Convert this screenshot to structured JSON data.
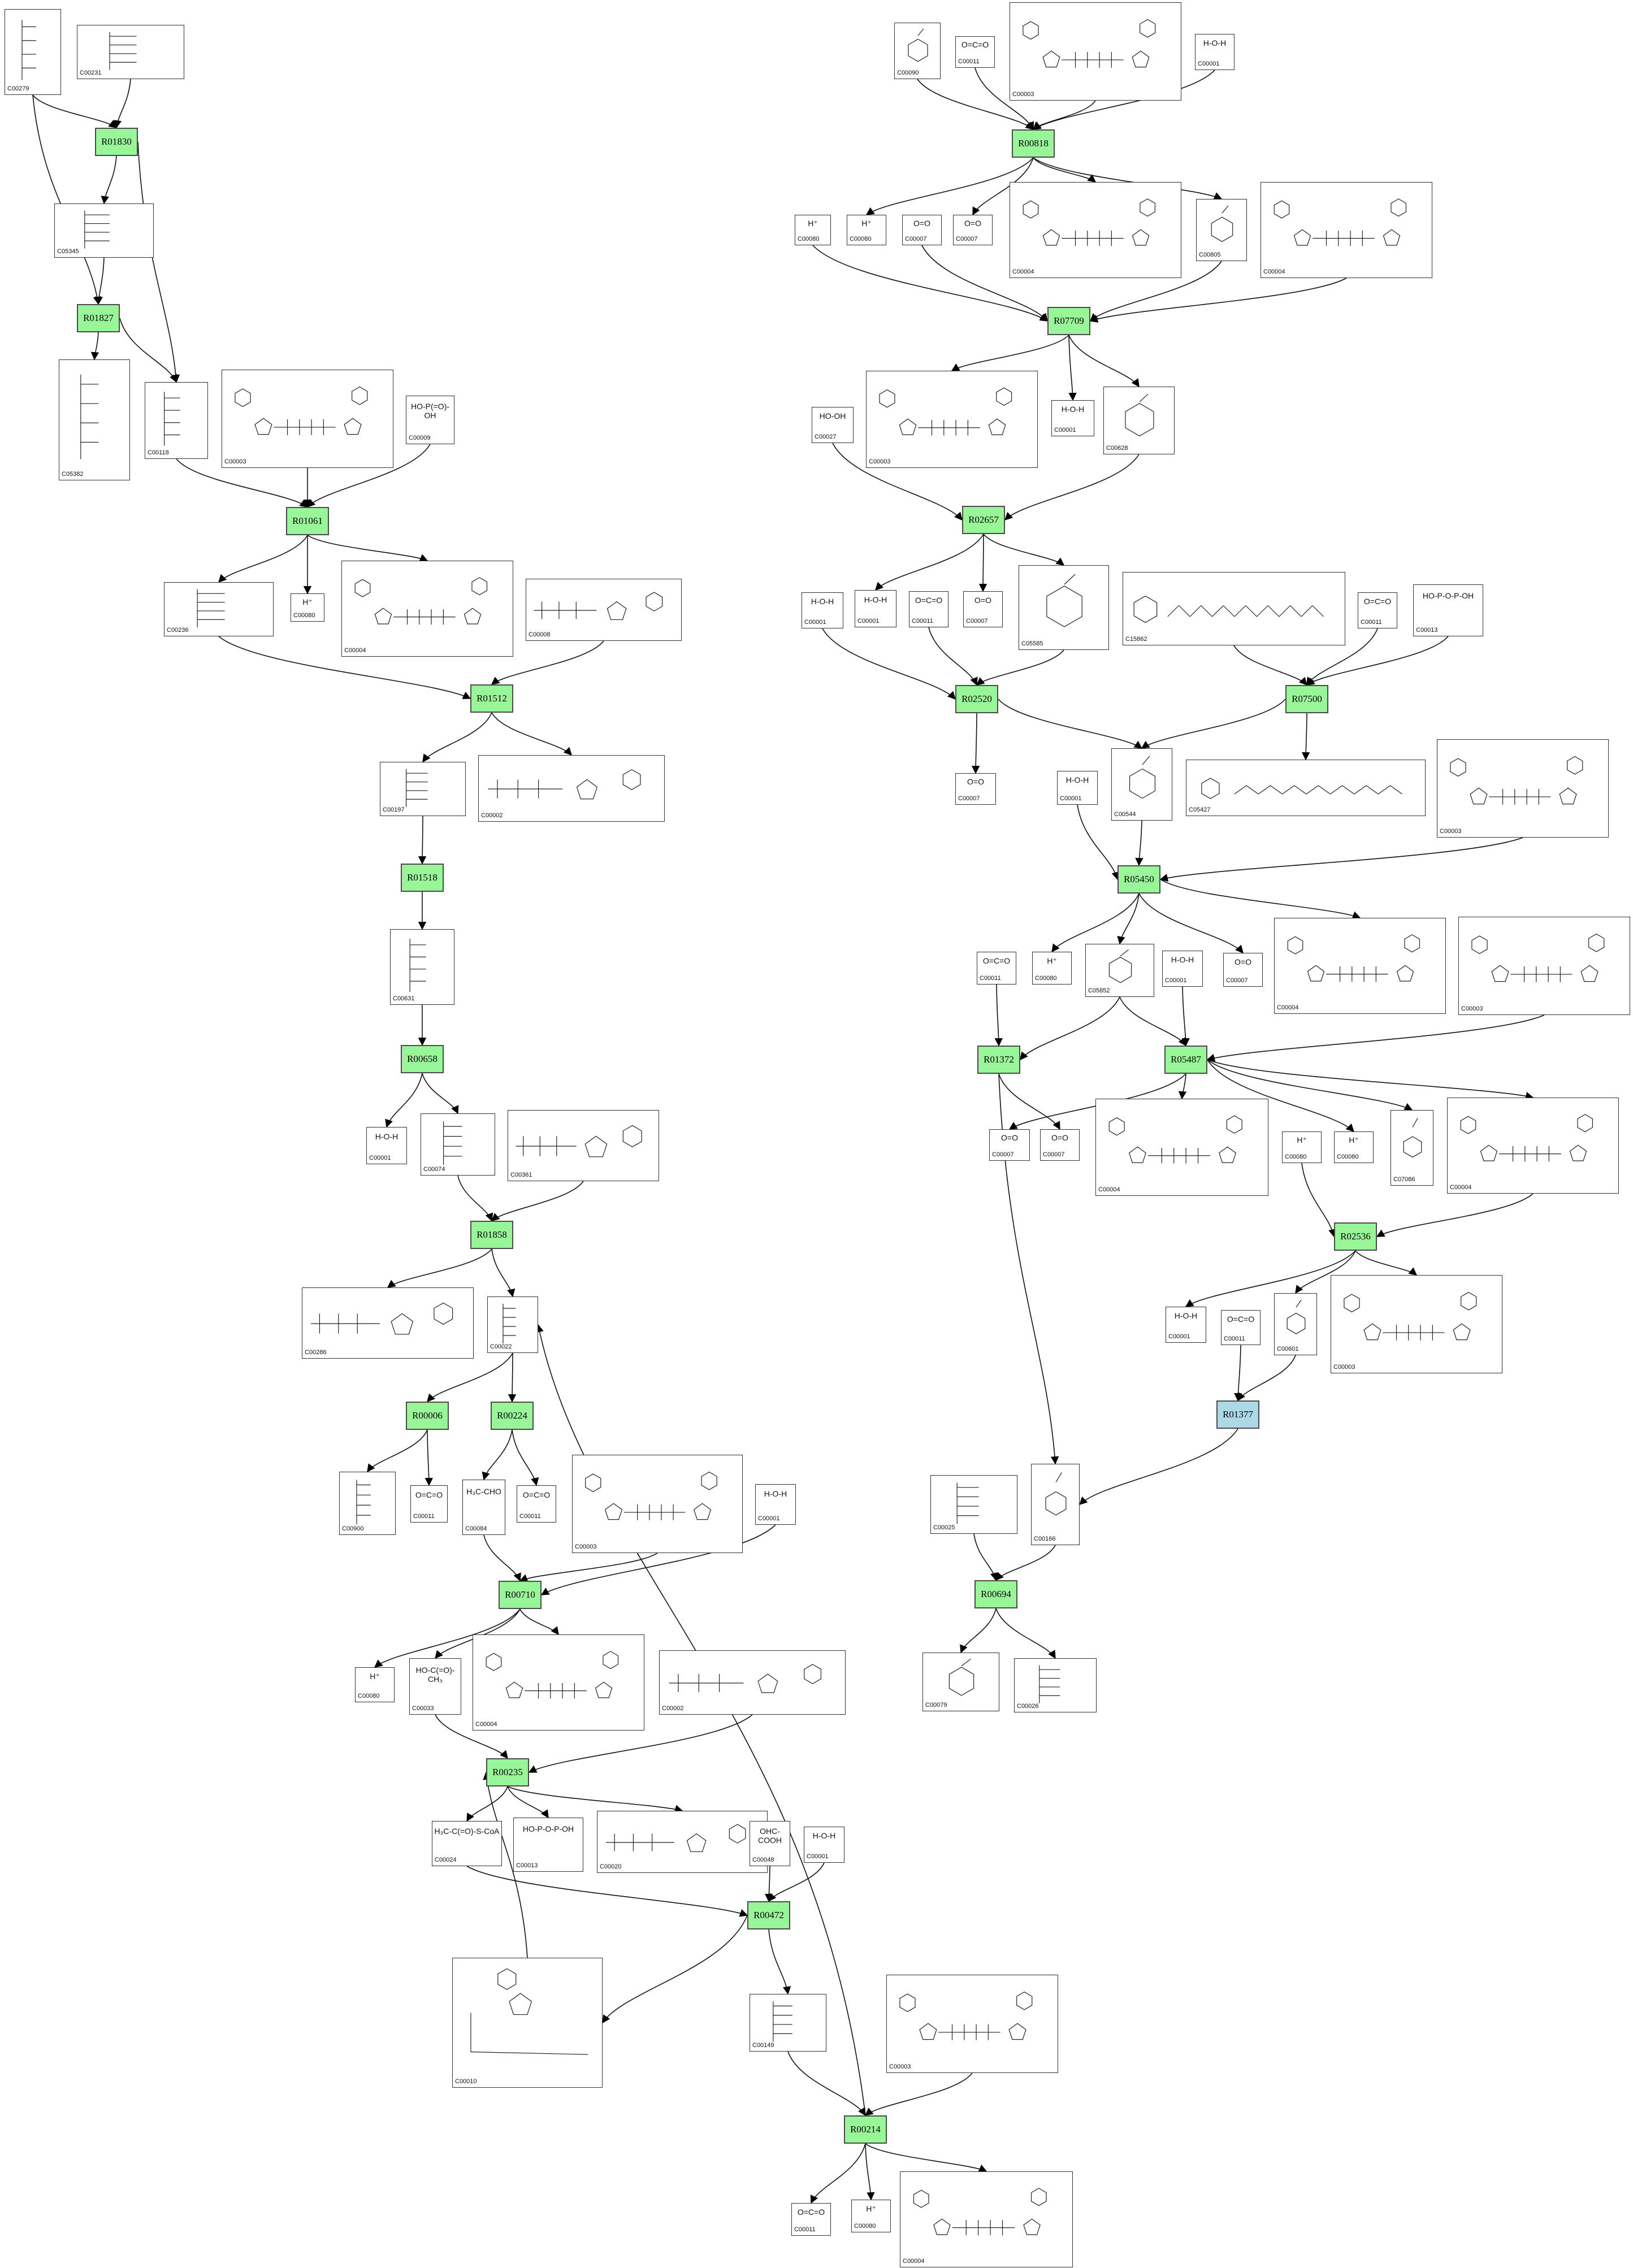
{
  "reactions": [
    {
      "id": "r01830",
      "label": "R01830"
    },
    {
      "id": "r01827",
      "label": "R01827"
    },
    {
      "id": "r01061",
      "label": "R01061"
    },
    {
      "id": "r01512",
      "label": "R01512"
    },
    {
      "id": "r01518",
      "label": "R01518"
    },
    {
      "id": "r00658",
      "label": "R00658"
    },
    {
      "id": "r01858",
      "label": "R01858"
    },
    {
      "id": "r00006",
      "label": "R00006"
    },
    {
      "id": "r00224",
      "label": "R00224"
    },
    {
      "id": "r00710",
      "label": "R00710"
    },
    {
      "id": "r00235",
      "label": "R00235"
    },
    {
      "id": "r00472",
      "label": "R00472"
    },
    {
      "id": "r00214",
      "label": "R00214"
    },
    {
      "id": "r00818",
      "label": "R00818"
    },
    {
      "id": "r07709",
      "label": "R07709"
    },
    {
      "id": "r02657",
      "label": "R02657"
    },
    {
      "id": "r02520",
      "label": "R02520"
    },
    {
      "id": "r07500",
      "label": "R07500"
    },
    {
      "id": "r05450",
      "label": "R05450"
    },
    {
      "id": "r01372",
      "label": "R01372"
    },
    {
      "id": "r05487",
      "label": "R05487"
    },
    {
      "id": "r02536",
      "label": "R02536"
    },
    {
      "id": "r01377",
      "label": "R01377"
    },
    {
      "id": "r00694",
      "label": "R00694"
    }
  ],
  "compounds": [
    {
      "id": "a1",
      "label": "C00279",
      "kind": "sugar"
    },
    {
      "id": "a2",
      "label": "C00231",
      "kind": "sugar"
    },
    {
      "id": "a3",
      "label": "C05345",
      "kind": "sugar"
    },
    {
      "id": "a4",
      "label": "C05382",
      "kind": "sugar"
    },
    {
      "id": "a5",
      "label": "C00118",
      "kind": "sugar"
    },
    {
      "id": "a6",
      "label": "C00003",
      "kind": "nad"
    },
    {
      "id": "a7",
      "label": "C00009",
      "kind": "small",
      "text": "HO-P(=O)-OH"
    },
    {
      "id": "a8",
      "label": "C00236",
      "kind": "sugar"
    },
    {
      "id": "a9",
      "label": "C00080",
      "kind": "small",
      "text": "H⁺"
    },
    {
      "id": "a10",
      "label": "C00004",
      "kind": "nad"
    },
    {
      "id": "a11",
      "label": "C00008",
      "kind": "nuc"
    },
    {
      "id": "a12",
      "label": "C00197",
      "kind": "sugar"
    },
    {
      "id": "a13",
      "label": "C00002",
      "kind": "nuc"
    },
    {
      "id": "a14",
      "label": "C00631",
      "kind": "sugar"
    },
    {
      "id": "a15",
      "label": "C00001",
      "kind": "small",
      "text": "H-O-H"
    },
    {
      "id": "a16",
      "label": "C00074",
      "kind": "sugar"
    },
    {
      "id": "a17",
      "label": "C00361",
      "kind": "nuc"
    },
    {
      "id": "a18",
      "label": "C00286",
      "kind": "nuc"
    },
    {
      "id": "a19",
      "label": "C00022",
      "kind": "sugar"
    },
    {
      "id": "a20",
      "label": "C00900",
      "kind": "sugar"
    },
    {
      "id": "a21",
      "label": "C00011",
      "kind": "small",
      "text": "O=C=O"
    },
    {
      "id": "a22",
      "label": "C00084",
      "kind": "small",
      "text": "H₃C-CHO"
    },
    {
      "id": "a23",
      "label": "C00011",
      "kind": "small",
      "text": "O=C=O"
    },
    {
      "id": "a24",
      "label": "C00003",
      "kind": "nad"
    },
    {
      "id": "a25",
      "label": "C00001",
      "kind": "small",
      "text": "H-O-H"
    },
    {
      "id": "a26",
      "label": "C00080",
      "kind": "small",
      "text": "H⁺"
    },
    {
      "id": "a27",
      "label": "C00033",
      "kind": "small",
      "text": "HO-C(=O)-CH₃"
    },
    {
      "id": "a28",
      "label": "C00004",
      "kind": "nad"
    },
    {
      "id": "a29",
      "label": "C00002",
      "kind": "nuc"
    },
    {
      "id": "a30",
      "label": "C00024",
      "kind": "small",
      "text": "H₃C-C(=O)-S-CoA"
    },
    {
      "id": "a31",
      "label": "C00013",
      "kind": "small",
      "text": "HO-P-O-P-OH"
    },
    {
      "id": "a32",
      "label": "C00020",
      "kind": "nuc"
    },
    {
      "id": "a33",
      "label": "C00048",
      "kind": "small",
      "text": "OHC-COOH"
    },
    {
      "id": "a34",
      "label": "C00001",
      "kind": "small",
      "text": "H-O-H"
    },
    {
      "id": "a35",
      "label": "C00010",
      "kind": "coa"
    },
    {
      "id": "a36",
      "label": "C00149",
      "kind": "sugar"
    },
    {
      "id": "a37",
      "label": "C00003",
      "kind": "nad"
    },
    {
      "id": "a38",
      "label": "C00011",
      "kind": "small",
      "text": "O=C=O"
    },
    {
      "id": "a39",
      "label": "C00080",
      "kind": "small",
      "text": "H⁺"
    },
    {
      "id": "a40",
      "label": "C00004",
      "kind": "nad"
    },
    {
      "id": "b1",
      "label": "C00090",
      "kind": "ring"
    },
    {
      "id": "b2",
      "label": "C00011",
      "kind": "small",
      "text": "O=C=O"
    },
    {
      "id": "b3",
      "label": "C00003",
      "kind": "nad"
    },
    {
      "id": "b4",
      "label": "C00001",
      "kind": "small",
      "text": "H-O-H"
    },
    {
      "id": "b5",
      "label": "C00080",
      "kind": "small",
      "text": "H⁺"
    },
    {
      "id": "b6",
      "label": "C00080",
      "kind": "small",
      "text": "H⁺"
    },
    {
      "id": "b7",
      "label": "C00007",
      "kind": "small",
      "text": "O=O"
    },
    {
      "id": "b8",
      "label": "C00007",
      "kind": "small",
      "text": "O=O"
    },
    {
      "id": "b9",
      "label": "C00004",
      "kind": "nad"
    },
    {
      "id": "b10",
      "label": "C00805",
      "kind": "ring"
    },
    {
      "id": "b11",
      "label": "C00004",
      "kind": "nad"
    },
    {
      "id": "b12",
      "label": "C00027",
      "kind": "small",
      "text": "HO-OH"
    },
    {
      "id": "b13",
      "label": "C00003",
      "kind": "nad"
    },
    {
      "id": "b14",
      "label": "C00001",
      "kind": "small",
      "text": "H-O-H"
    },
    {
      "id": "b15",
      "label": "C00628",
      "kind": "ring"
    },
    {
      "id": "b16",
      "label": "C00001",
      "kind": "small",
      "text": "H-O-H"
    },
    {
      "id": "b17",
      "label": "C00001",
      "kind": "small",
      "text": "H-O-H"
    },
    {
      "id": "b18",
      "label": "C00011",
      "kind": "small",
      "text": "O=C=O"
    },
    {
      "id": "b19",
      "label": "C00007",
      "kind": "small",
      "text": "O=O"
    },
    {
      "id": "b20",
      "label": "C05585",
      "kind": "ring"
    },
    {
      "id": "b21",
      "label": "C15862",
      "kind": "chain"
    },
    {
      "id": "b22",
      "label": "C00011",
      "kind": "small",
      "text": "O=C=O"
    },
    {
      "id": "b23",
      "label": "C00013",
      "kind": "small",
      "text": "HO-P-O-P-OH"
    },
    {
      "id": "b24",
      "label": "C00007",
      "kind": "small",
      "text": "O=O"
    },
    {
      "id": "b25",
      "label": "C00001",
      "kind": "small",
      "text": "H-O-H"
    },
    {
      "id": "b26",
      "label": "C00544",
      "kind": "ring"
    },
    {
      "id": "b27",
      "label": "C05427",
      "kind": "chain"
    },
    {
      "id": "b28",
      "label": "C00003",
      "kind": "nad"
    },
    {
      "id": "b29",
      "label": "C00011",
      "kind": "small",
      "text": "O=C=O"
    },
    {
      "id": "b30",
      "label": "C00080",
      "kind": "small",
      "text": "H⁺"
    },
    {
      "id": "b31",
      "label": "C05852",
      "kind": "ring"
    },
    {
      "id": "b32",
      "label": "C00001",
      "kind": "small",
      "text": "H-O-H"
    },
    {
      "id": "b33",
      "label": "C00007",
      "kind": "small",
      "text": "O=O"
    },
    {
      "id": "b34",
      "label": "C00004",
      "kind": "nad"
    },
    {
      "id": "b35",
      "label": "C00003",
      "kind": "nad"
    },
    {
      "id": "b36",
      "label": "C00007",
      "kind": "small",
      "text": "O=O"
    },
    {
      "id": "b37",
      "label": "C00007",
      "kind": "small",
      "text": "O=O"
    },
    {
      "id": "b38",
      "label": "C00004",
      "kind": "nad"
    },
    {
      "id": "b39",
      "label": "C00080",
      "kind": "small",
      "text": "H⁺"
    },
    {
      "id": "b40",
      "label": "C00080",
      "kind": "small",
      "text": "H⁺"
    },
    {
      "id": "b41",
      "label": "C07086",
      "kind": "ring"
    },
    {
      "id": "b42",
      "label": "C00004",
      "kind": "nad"
    },
    {
      "id": "b43",
      "label": "C00001",
      "kind": "small",
      "text": "H-O-H"
    },
    {
      "id": "b44",
      "label": "C00011",
      "kind": "small",
      "text": "O=C=O"
    },
    {
      "id": "b45",
      "label": "C00601",
      "kind": "ring"
    },
    {
      "id": "b46",
      "label": "C00003",
      "kind": "nad"
    },
    {
      "id": "b47",
      "label": "C00025",
      "kind": "sugar"
    },
    {
      "id": "b48",
      "label": "C00166",
      "kind": "ring"
    },
    {
      "id": "b49",
      "label": "C00079",
      "kind": "ring"
    },
    {
      "id": "b50",
      "label": "C00026",
      "kind": "sugar"
    }
  ]
}
